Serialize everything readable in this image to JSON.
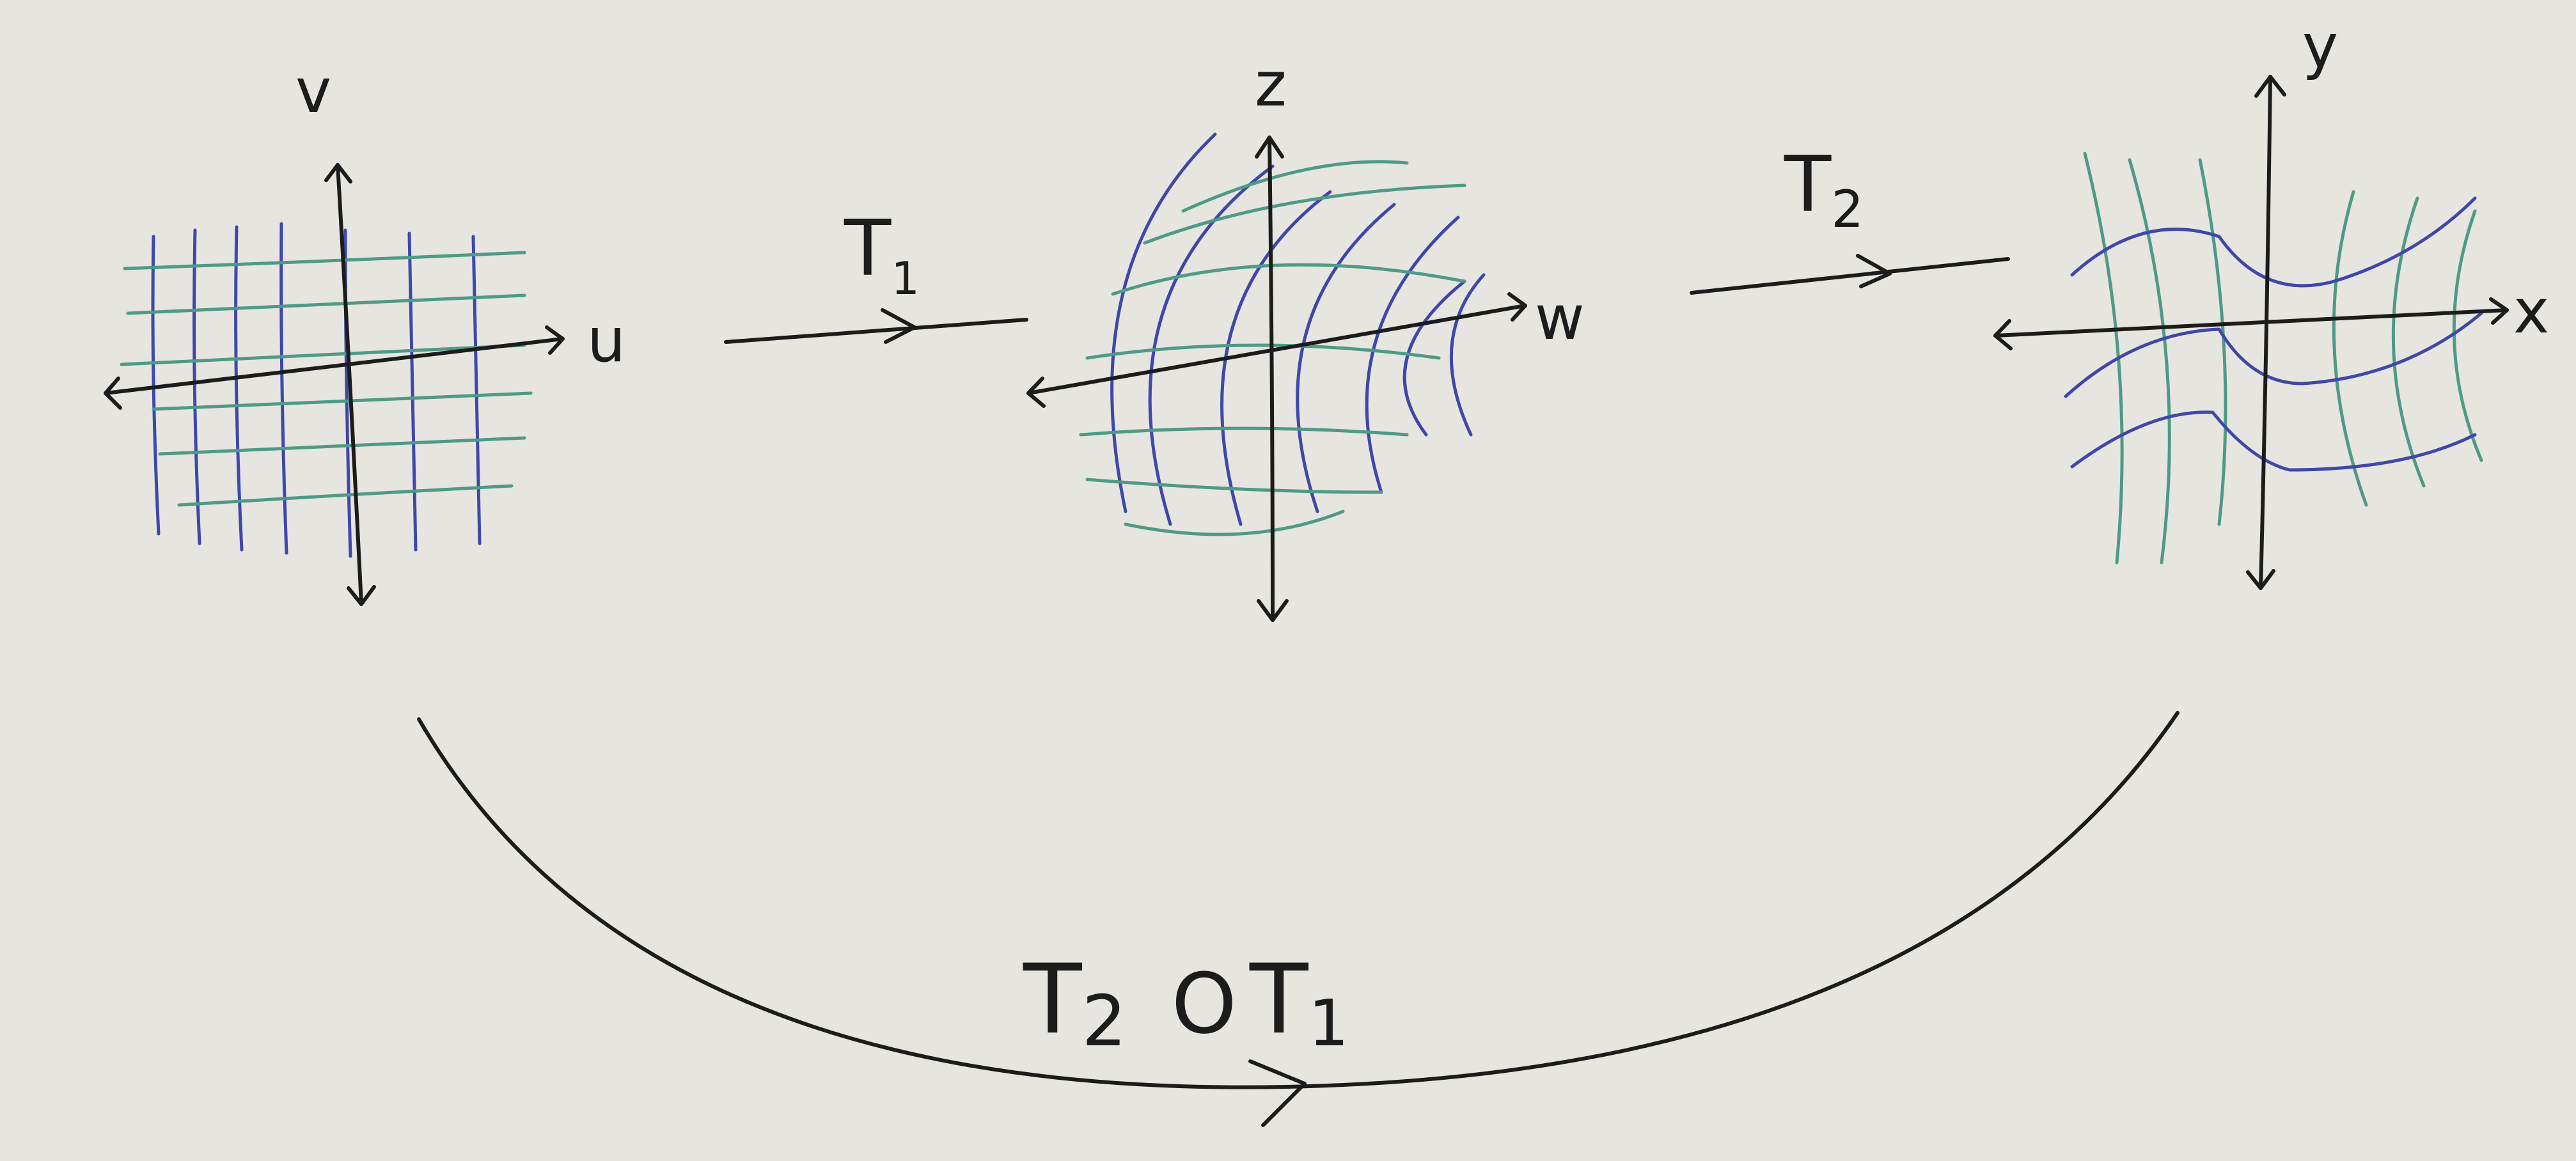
{
  "colors": {
    "paper": "#e6e5df",
    "ink_black": "#1c1c1c",
    "ink_blue": "#3f47a8",
    "ink_green": "#4f9a86"
  },
  "panel_uv": {
    "axis_vertical": "v",
    "axis_horizontal": "u"
  },
  "panel_zw": {
    "axis_vertical": "z",
    "axis_horizontal": "w"
  },
  "panel_xy": {
    "axis_vertical": "y",
    "axis_horizontal": "x"
  },
  "arrows": {
    "t1": {
      "main": "T",
      "sub": "1"
    },
    "t2": {
      "main": "T",
      "sub": "2"
    },
    "composite": {
      "left_main": "T",
      "left_sub": "2",
      "op": "O",
      "right_main": "T",
      "right_sub": "1"
    }
  }
}
